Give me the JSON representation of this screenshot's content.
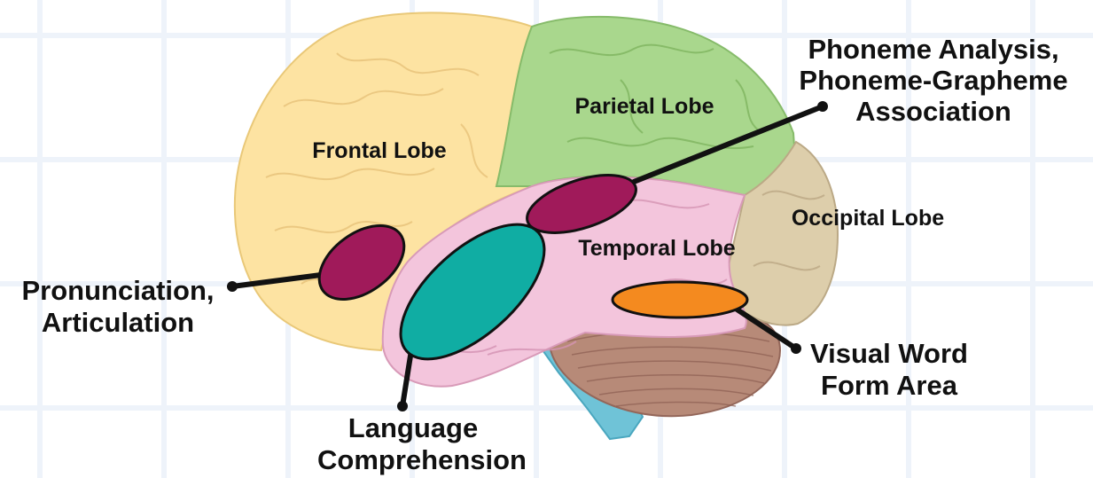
{
  "lobes": {
    "frontal": "Frontal Lobe",
    "parietal": "Parietal Lobe",
    "occipital": "Occipital Lobe",
    "temporal": "Temporal Lobe"
  },
  "callouts": {
    "phoneme": {
      "line1": "Phoneme Analysis,",
      "line2": "Phoneme-Grapheme",
      "line3": "Association"
    },
    "pronunciation": {
      "line1": "Pronunciation,",
      "line2": "Articulation"
    },
    "language": {
      "line1": "Language",
      "line2": "Comprehension"
    },
    "visual_word": {
      "line1": "Visual Word",
      "line2": "Form Area"
    }
  },
  "colors": {
    "frontal": "#fde3a2",
    "parietal": "#a9d78d",
    "occipital": "#ddceab",
    "temporal": "#f3c5dc",
    "cerebellum": "#b78a78",
    "brainstem": "#6fc3d7",
    "area_maroon": "#a01a5a",
    "area_teal": "#10ada3",
    "area_orange": "#f48a1f",
    "grid": "#eef3fa"
  }
}
